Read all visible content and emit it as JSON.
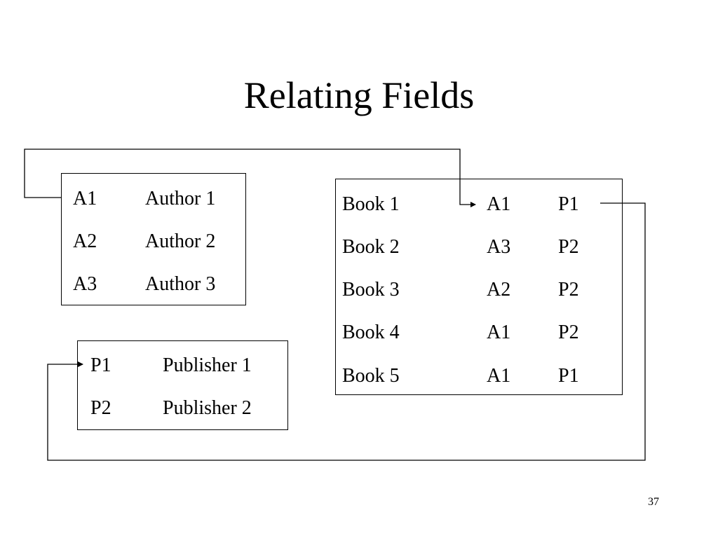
{
  "slide": {
    "title": "Relating Fields",
    "page_number": "37"
  },
  "authors": {
    "rows": [
      {
        "id": "A1",
        "name": "Author 1"
      },
      {
        "id": "A2",
        "name": "Author 2"
      },
      {
        "id": "A3",
        "name": "Author 3"
      }
    ]
  },
  "publishers": {
    "rows": [
      {
        "id": "P1",
        "name": "Publisher 1"
      },
      {
        "id": "P2",
        "name": "Publisher 2"
      }
    ]
  },
  "books": {
    "rows": [
      {
        "title": "Book 1",
        "author": "A1",
        "publisher": "P1"
      },
      {
        "title": "Book 2",
        "author": "A3",
        "publisher": "P2"
      },
      {
        "title": "Book 3",
        "author": "A2",
        "publisher": "P2"
      },
      {
        "title": "Book 4",
        "author": "A1",
        "publisher": "P2"
      },
      {
        "title": "Book 5",
        "author": "A1",
        "publisher": "P1"
      }
    ]
  }
}
